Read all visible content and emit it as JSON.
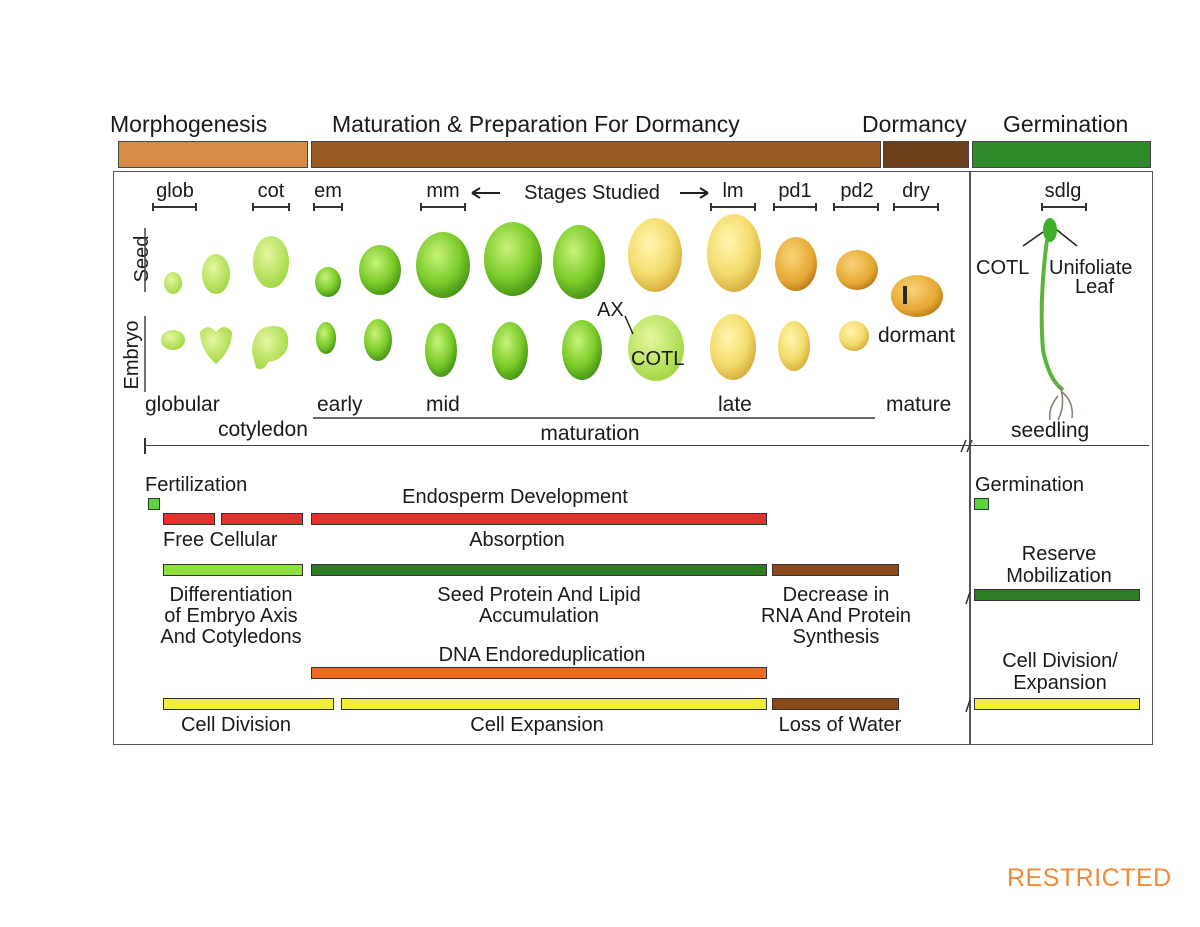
{
  "phases": [
    {
      "label": "Morphogenesis",
      "color": "#d48c47"
    },
    {
      "label": "Maturation & Preparation For Dormancy",
      "color": "#9a5a24"
    },
    {
      "label": "Dormancy",
      "color": "#6a3f1c"
    },
    {
      "label": "Germination",
      "color": "#2e8a2a"
    }
  ],
  "stages": {
    "glob": "glob",
    "cot": "cot",
    "em": "em",
    "mm": "mm",
    "studied": "Stages Studied",
    "lm": "lm",
    "pd1": "pd1",
    "pd2": "pd2",
    "dry": "dry",
    "sdlg": "sdlg"
  },
  "row_labels": {
    "seed": "Seed",
    "embryo": "Embryo"
  },
  "annotations": {
    "ax": "AX",
    "cotl": "COTL",
    "dormant": "dormant",
    "seedling_cotl": "COTL",
    "unifoliate": "Unifoliate",
    "leaf": "Leaf"
  },
  "timeline": {
    "globular": "globular",
    "cotyledon": "cotyledon",
    "early": "early",
    "mid": "mid",
    "late": "late",
    "mature": "mature",
    "maturation": "maturation",
    "seedling": "seedling"
  },
  "processes": {
    "fertilization": "Fertilization",
    "endosperm": "Endosperm Development",
    "free_cellular": "Free Cellular",
    "absorption": "Absorption",
    "diff1": "Differentiation",
    "diff2": "of Embryo Axis",
    "diff3": "And Cotyledons",
    "protein1": "Seed Protein And Lipid",
    "protein2": "Accumulation",
    "decrease1": "Decrease in",
    "decrease2": "RNA And Protein",
    "decrease3": "Synthesis",
    "dna": "DNA Endoreduplication",
    "cell_division": "Cell Division",
    "cell_expansion": "Cell Expansion",
    "loss_water": "Loss of Water",
    "germination": "Germination",
    "reserve1": "Reserve",
    "reserve2": "Mobilization",
    "cde1": "Cell Division/",
    "cde2": "Expansion"
  },
  "colors": {
    "red": "#e8302a",
    "green_light": "#8ee03a",
    "green_dark": "#2e7d26",
    "brown": "#8a4a1c",
    "orange": "#ee6a1e",
    "yellow": "#f2ee3a",
    "restricted": "#f08a3a"
  },
  "footer": {
    "restricted": "RESTRICTED"
  }
}
